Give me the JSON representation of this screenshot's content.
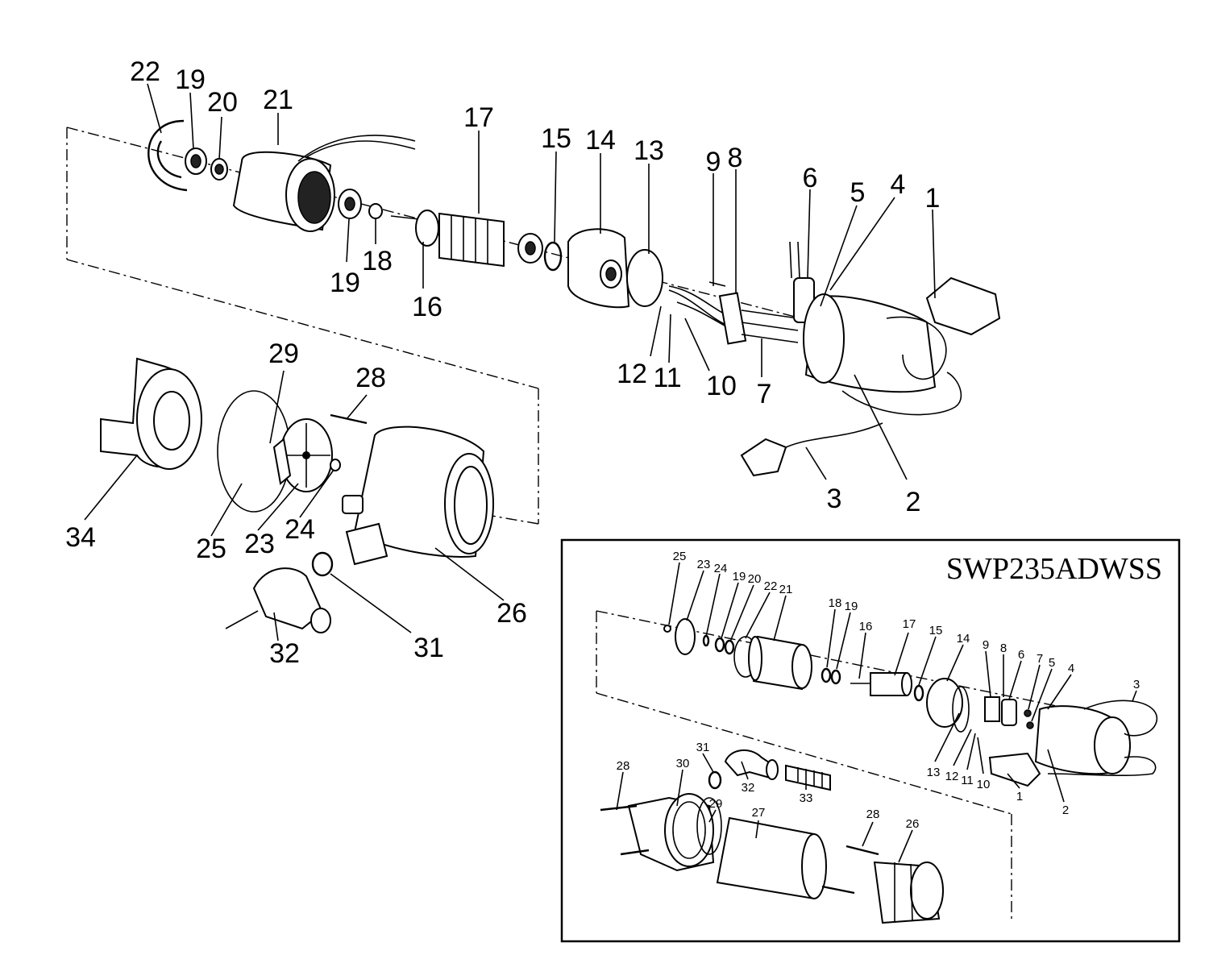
{
  "main_diagram": {
    "callouts": [
      "22",
      "19",
      "20",
      "21",
      "17",
      "15",
      "14",
      "13",
      "9",
      "8",
      "6",
      "5",
      "4",
      "1",
      "19",
      "18",
      "16",
      "12",
      "11",
      "10",
      "7",
      "3",
      "2",
      "29",
      "28",
      "34",
      "25",
      "23",
      "24",
      "26",
      "32",
      "31"
    ]
  },
  "inset": {
    "title": "SWP235ADWSS",
    "callouts": [
      "25",
      "23",
      "24",
      "19",
      "20",
      "22",
      "21",
      "18",
      "19",
      "16",
      "17",
      "15",
      "14",
      "9",
      "8",
      "6",
      "7",
      "5",
      "4",
      "3",
      "13",
      "12",
      "11",
      "10",
      "1",
      "2",
      "28",
      "30",
      "31",
      "29",
      "32",
      "33",
      "27",
      "28",
      "26"
    ]
  }
}
